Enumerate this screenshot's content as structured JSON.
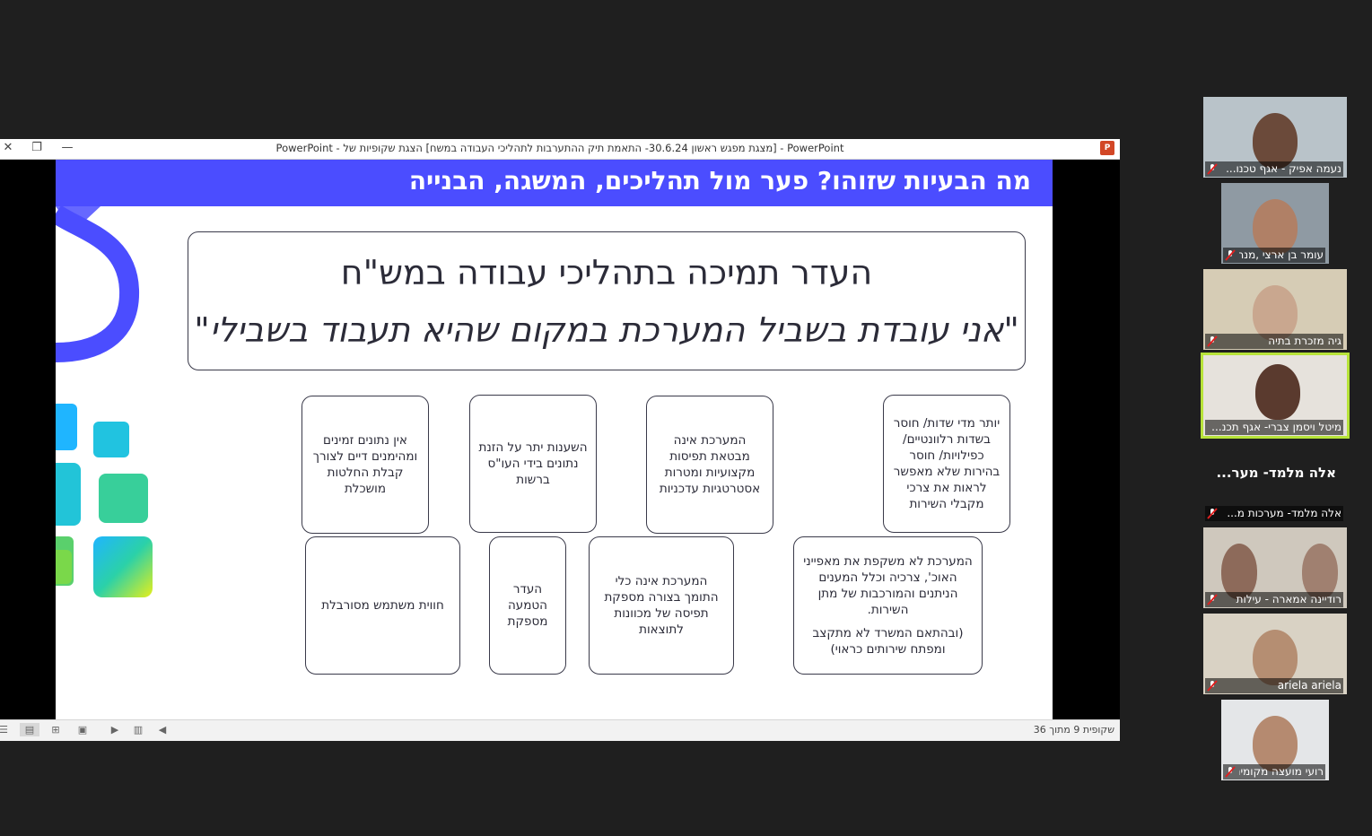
{
  "window": {
    "title": "PowerPoint - [מצגת מפגש ראשון 30.6.24- התאמת תיק ההתערבות לתהליכי העבודה במשח] הצגת שקופיות של - PowerPoint",
    "app_icon": "P"
  },
  "slide": {
    "title": "מה הבעיות שזוהו? פער מול תהליכים, המשגה, הבנייה",
    "main_line1": "העדר תמיכה בתהליכי עבודה במש\"ח",
    "main_line2": "\"אני עובדת בשביל המערכת במקום שהיא תעבוד בשבילי\"",
    "boxes_top": [
      "יותר מדי שדות/ חוסר בשדות רלוונטיים/ כפילויות/ חוסר בהירות שלא מאפשר לראות את צרכי מקבלי השירות",
      "המערכת אינה מבטאת תפיסות מקצועיות ומטרות אסטרטגיות עדכניות",
      "השענות יתר על הזנת נתונים בידי העו\"ס ברשות",
      "אין נתונים זמינים ומהימנים דיים לצורך קבלת החלטות מושכלת"
    ],
    "box_bottom_1a": "המערכת לא משקפת את מאפייני האוכ', צרכיה וכלל המענים הניתנים והמורכבות של מתן השירות.",
    "box_bottom_1b": "(ובהתאם המשרד לא מתקצב ומפתח שירותים כראוי)",
    "box_bottom_2": "המערכת אינה כלי התומך בצורה מספקת תפיסה של מכוונות לתוצאות",
    "box_bottom_3": "העדר הטמעה מספקת",
    "box_bottom_4": "חווית משתמש מסורבלת"
  },
  "statusbar": {
    "slide_counter": "שקופית 9 מתוך 36"
  },
  "participants": [
    {
      "name": "נעמה אפיק - אגף טכנו...",
      "muted": true
    },
    {
      "name": "עומר בן ארצי ,מנהל אג...",
      "muted": true
    },
    {
      "name": "גיה מזכרת בתיה",
      "muted": true
    },
    {
      "name": "מיטל ויסמן צברי- אגף תכנ...",
      "muted": false,
      "active": true
    },
    {
      "name": "אלה מלמד- מערכות מ...",
      "muted": true,
      "display_name": "אלה מלמד- מער..."
    },
    {
      "name": "רודיינה אמארה - עילות",
      "muted": true
    },
    {
      "name": "ariela ariela",
      "muted": true
    },
    {
      "name": "רועי מועצה מקומית אזור",
      "muted": true
    }
  ],
  "colors": {
    "banner": "#4b4dff",
    "active_speaker": "#b7e339",
    "muted_mic": "#e02020"
  }
}
